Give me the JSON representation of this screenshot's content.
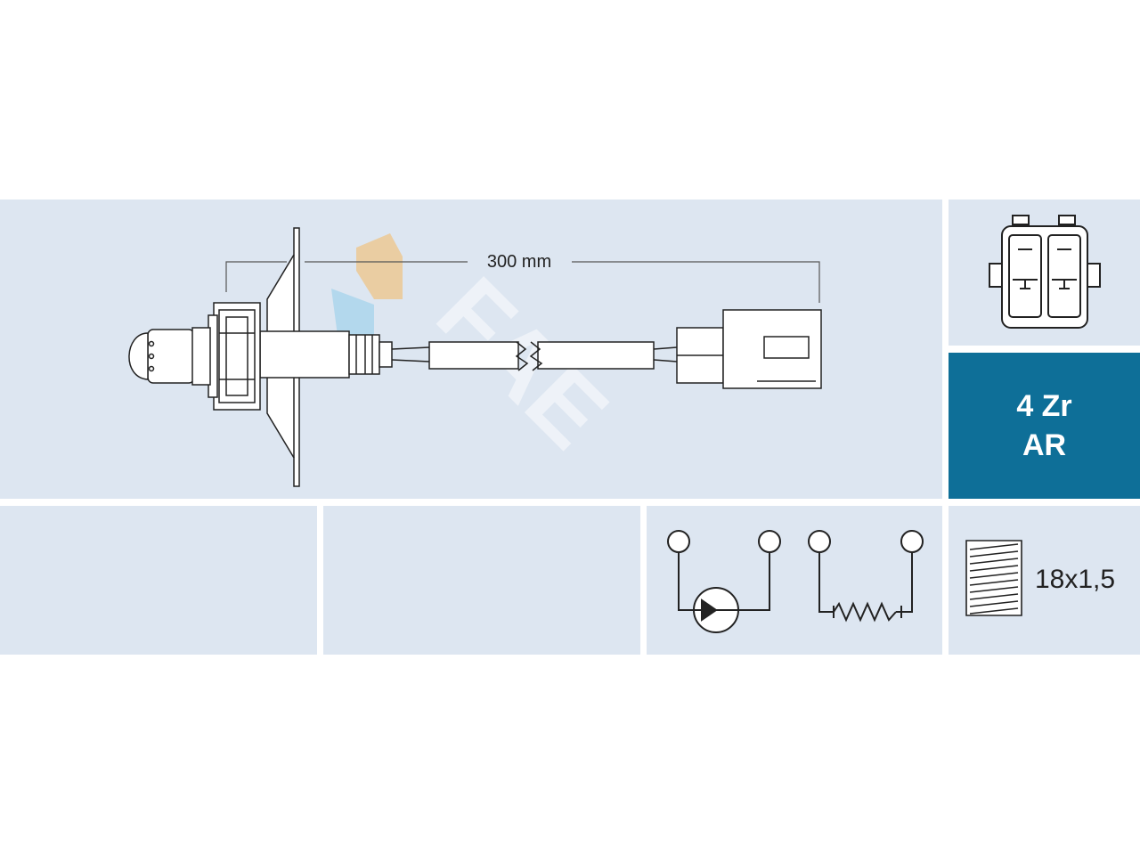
{
  "product_drawing": {
    "cable_length_label": "300 mm",
    "watermark": "FAE"
  },
  "spec_badge": {
    "line1": "4 Zr",
    "line2": "AR"
  },
  "thread": {
    "label": "18x1,5"
  },
  "colors": {
    "panel_bg": "#dde6f1",
    "badge_bg": "#0e6f98",
    "badge_text": "#ffffff",
    "line": "#222222"
  },
  "icons": {
    "connector_face": "connector-pinout-icon",
    "sensor_circuit": "signal-circuit-icon",
    "heater_circuit": "heater-circuit-icon",
    "thread": "thread-icon"
  }
}
